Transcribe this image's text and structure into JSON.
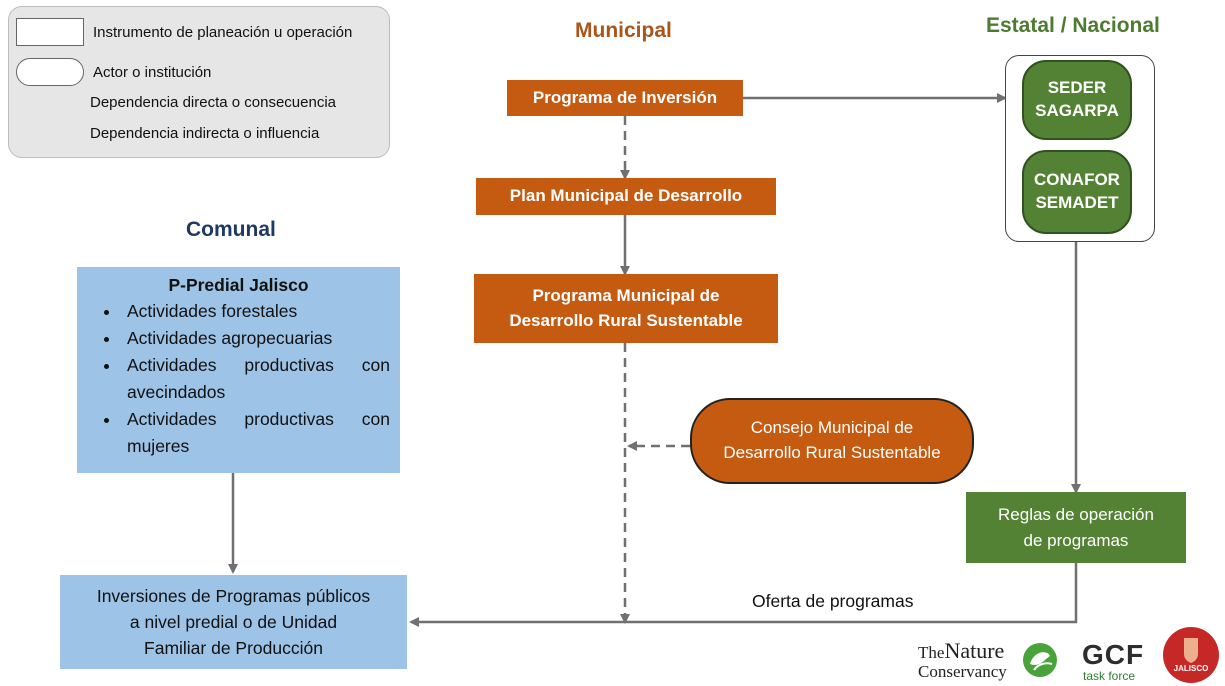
{
  "legend": {
    "instrument": "Instrumento de planeación u operación",
    "actor": "Actor o institución",
    "direct": "Dependencia directa o consecuencia",
    "indirect": "Dependencia indirecta o influencia"
  },
  "headings": {
    "municipal": "Municipal",
    "estatal": "Estatal / Nacional",
    "comunal": "Comunal"
  },
  "municipal": {
    "programa_inversion": "Programa de Inversión",
    "plan_municipal": "Plan Municipal de Desarrollo",
    "programa_rural_line1": "Programa Municipal de",
    "programa_rural_line2": "Desarrollo Rural Sustentable",
    "consejo_line1": "Consejo Municipal de",
    "consejo_line2": "Desarrollo Rural Sustentable"
  },
  "estatal": {
    "oval1_line1": "SEDER",
    "oval1_line2": "SAGARPA",
    "oval2_line1": "CONAFOR",
    "oval2_line2": "SEMADET",
    "reglas_line1": "Reglas de operación",
    "reglas_line2": "de programas"
  },
  "comunal": {
    "predial_title": "P-Predial Jalisco",
    "activities": [
      "Actividades forestales",
      "Actividades agropecuarias",
      "Actividades productivas con avecindados",
      "Actividades productivas con mujeres"
    ],
    "inversiones_line1": "Inversiones de Programas públicos",
    "inversiones_line2": "a nivel predial o de Unidad",
    "inversiones_line3": "Familiar de Producción"
  },
  "oferta": "Oferta de programas",
  "logos": {
    "tnc_line1": "The",
    "tnc_line2": "Nature",
    "tnc_line3": "Conservancy",
    "gcf": "GCF",
    "gcf_sub": "task force",
    "jalisco": "JALISCO"
  },
  "colors": {
    "orange": "#c55a11",
    "green": "#548235",
    "blue": "#9dc3e6",
    "heading_municipal": "#a9561c",
    "heading_estatal": "#4e7a31",
    "heading_comunal": "#1f3864",
    "connector": "#707070"
  }
}
